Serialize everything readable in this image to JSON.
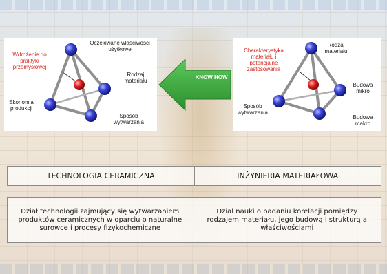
{
  "left_diagram": {
    "label_top_left": "Wdrożenie do praktyki przemysłowej",
    "label_top_right": "Oczekiwane właściwości użytkowe",
    "label_right": "Rodzaj materiału",
    "label_left": "Ekonomia produkcji",
    "label_bottom": "Sposób wytwarzania"
  },
  "arrow": {
    "label": "KNOW HOW",
    "color": "#3aa43a"
  },
  "right_diagram": {
    "label_top_left": "Charakterystyka materiału i potencjalne zastosowania",
    "label_top_right": "Rodzaj materiału",
    "label_right": "Budowa mikro",
    "label_left": "Sposób wytwarzania",
    "label_bottom": "Budowa makro"
  },
  "headers": {
    "left": "TECHNOLOGIA  CERAMICZNA",
    "right": "INŻYNIERIA MATERIAŁOWA"
  },
  "definitions": {
    "left": "Dział technologii zajmujący się wytwarzaniem produktów ceramicznych w oparciu o naturalne surowce i procesy fizykochemiczne",
    "right": "Dział nauki o badaniu korelacji pomiędzy rodzajem materiału, jego budową i strukturą a właściwościami"
  },
  "colors": {
    "node_blue": "#3b46d8",
    "node_red": "#e01f1f",
    "highlight_label": "#d8231b"
  }
}
